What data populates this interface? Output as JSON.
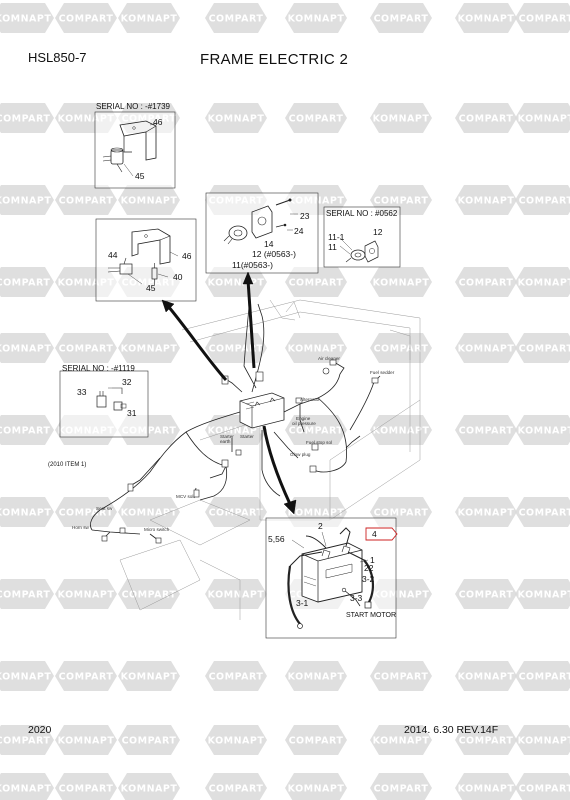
{
  "header": {
    "model": "HSL850-7",
    "title": "FRAME ELECTRIC 2"
  },
  "watermark": {
    "labels": [
      "KOMNAPT",
      "COMPART"
    ],
    "color": "#d9d9d9"
  },
  "insets": {
    "a": {
      "serial": "SERIAL NO : -#1739",
      "callouts": [
        "46",
        "45"
      ]
    },
    "b": {
      "serial": "",
      "callouts": [
        "44",
        "46",
        "40",
        "45"
      ]
    },
    "c": {
      "serial": "",
      "callouts": [
        "23",
        "24",
        "14",
        "12 (#0563-)",
        "11(#0563-)"
      ]
    },
    "d": {
      "serial": "SERIAL NO : #0562",
      "callouts": [
        "11-1",
        "12",
        "11"
      ]
    },
    "e": {
      "serial": "SERIAL NO : -#1119",
      "callouts": [
        "33",
        "32",
        "31"
      ]
    },
    "battery": {
      "callouts": [
        "2",
        "5,56",
        "4",
        "1",
        "22",
        "3-2",
        "3-3",
        "3-1",
        "START MOTOR"
      ]
    }
  },
  "main_labels": {
    "air_cleaner": "Air cleaner",
    "fuel_sedder": "Fuel sedder",
    "alternator": "Alternator",
    "engine_oil": "Engine",
    "engine_oil_2": "oil pressure",
    "fuel_stop": "Fuel stop sol",
    "glow_plug": "Glow plug",
    "starter_earth": "Starter",
    "starter_earth_2": "earth",
    "starter": "Starter",
    "mcv_sol": "MCV sol",
    "item_note": "(2010 ITEM 1)",
    "seat_sw": "Seat sw",
    "horn_sw": "Horn sw",
    "micro_switch": "Micro switch"
  },
  "footer": {
    "page": "2020",
    "revision": "2014. 6.30  REV.14F"
  },
  "colors": {
    "line": "#222222",
    "highlight": "#cc2222"
  }
}
